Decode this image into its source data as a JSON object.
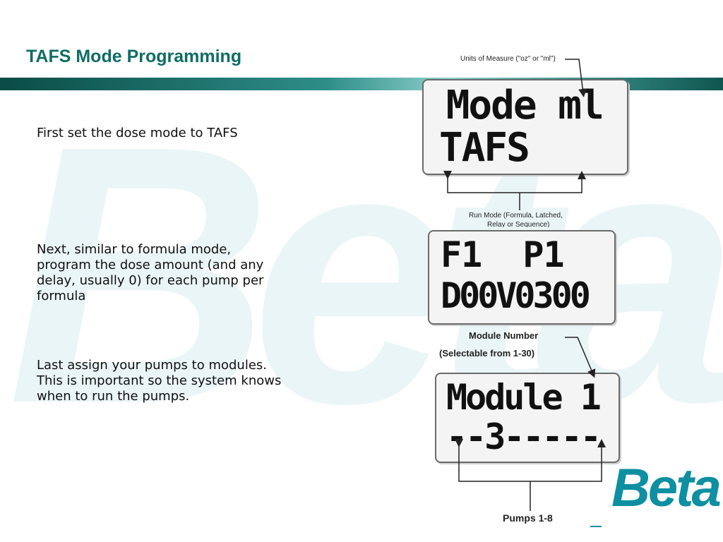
{
  "slide": {
    "title": "TAFS Mode Programming",
    "watermark": "Beta",
    "paragraphs": [
      "First set the dose mode to TAFS",
      "Next, similar to formula mode,\nprogram the dose amount (and any\ndelay, usually 0) for each pump per\nformula",
      "Last assign your pumps to modules.\nThis is important so the system knows\nwhen to run the pumps."
    ]
  },
  "displays": {
    "mode": {
      "line1": " Mode ml",
      "line2": "TAFS",
      "units_label": "Units of Measure (\"oz\" or \"ml\")",
      "run_mode_label": "Run Mode (Formula, Latched,",
      "run_mode_label_2": "Relay or Sequence)"
    },
    "formula": {
      "line1": "F1  P1",
      "line2": "D00V0300"
    },
    "module": {
      "line1": "Module 1",
      "line2": "--3-----",
      "module_label": "Module Number",
      "module_label_2": "(Selectable from 1-30)",
      "pumps_label": "Pumps 1-8"
    }
  },
  "logo": {
    "text": "Beta"
  },
  "colors": {
    "title": "#0e6d64",
    "logo": "#0e8fa2",
    "band_dark": "#0a4c47",
    "band_light": "#8ccfcb"
  }
}
